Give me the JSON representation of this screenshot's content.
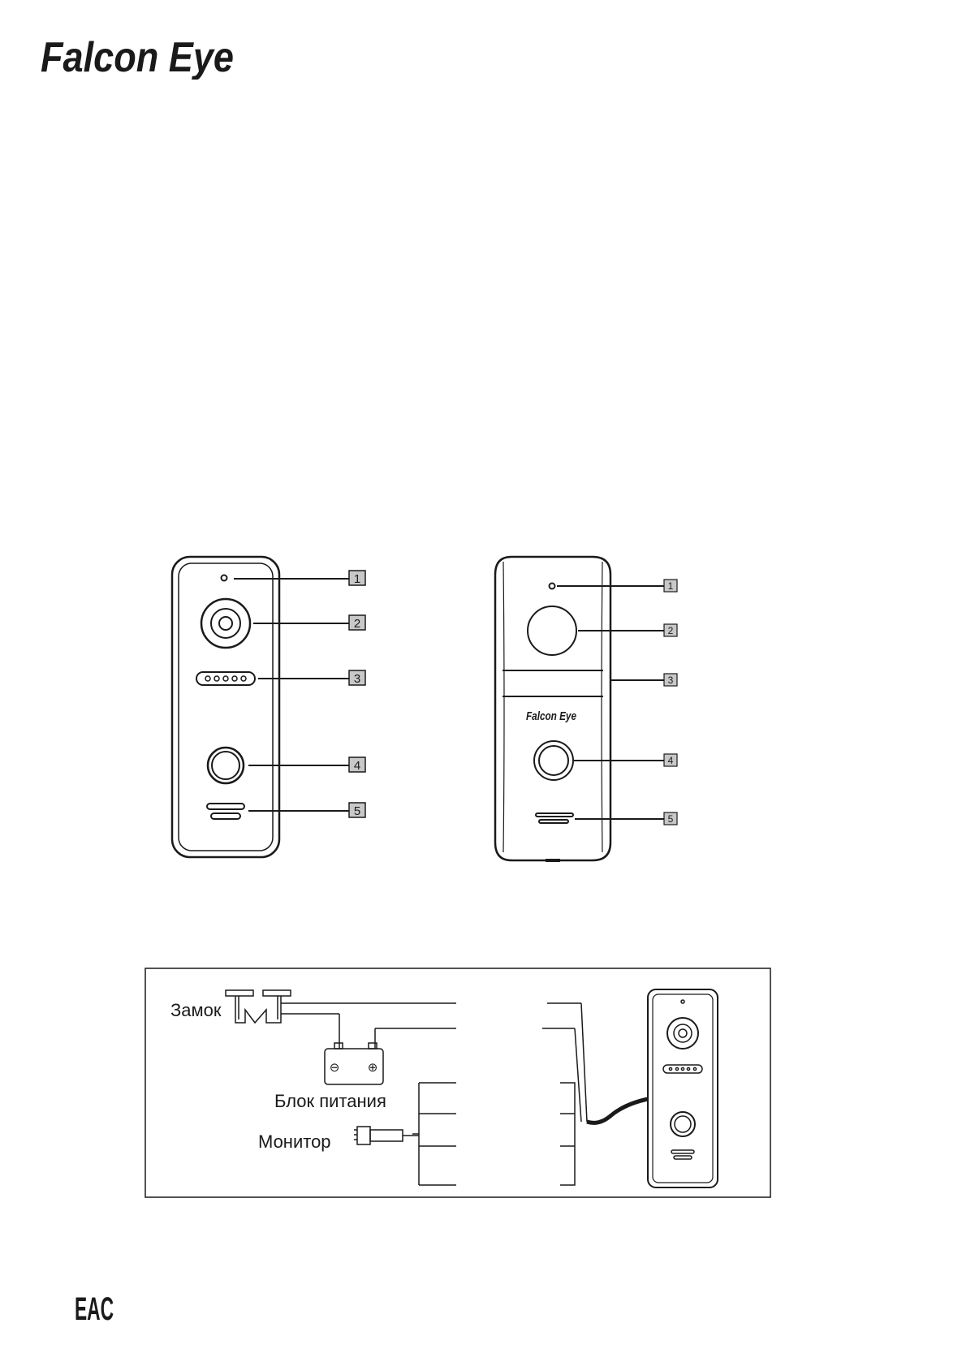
{
  "brand": {
    "name": "Falcon Eye"
  },
  "figure_front": {
    "callouts": [
      "1",
      "2",
      "3",
      "4",
      "5"
    ]
  },
  "figure_front_alt": {
    "callouts": [
      "1",
      "2",
      "3",
      "4",
      "5"
    ]
  },
  "wiring": {
    "labels": {
      "lock": "Замок",
      "power": "Блок питания",
      "monitor": "Монитор"
    },
    "power_symbols": {
      "minus": "⊖",
      "plus": "⊕"
    }
  },
  "certification": {
    "mark": "EAC"
  },
  "colors": {
    "ink": "#1a1a1a",
    "callout_fill": "#c8c8c8",
    "panel_gray": "#8a8a8a"
  },
  "icons": {
    "logo": "falcon-eye-logo",
    "eac": "eac-mark"
  }
}
